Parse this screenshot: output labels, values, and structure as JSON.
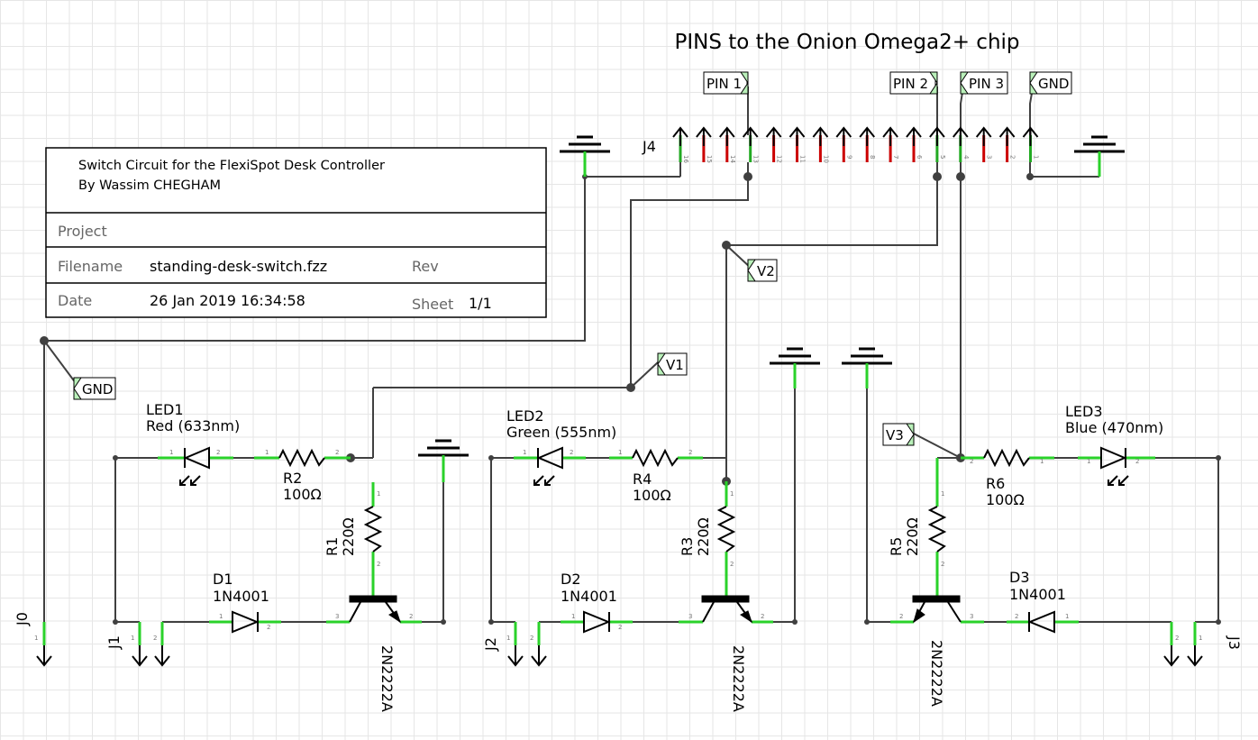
{
  "title": "PINS to the Onion Omega2+ chip",
  "title_block": {
    "line1": "Switch Circuit for the FlexiSpot Desk Controller",
    "line2": "By Wassim CHEGHAM",
    "project_label": "Project",
    "filename_label": "Filename",
    "filename": "standing-desk-switch.fzz",
    "rev_label": "Rev",
    "date_label": "Date",
    "date": "26 Jan 2019 16:34:58",
    "sheet_label": "Sheet",
    "sheet": "1/1"
  },
  "header": {
    "name": "J4",
    "pins": [
      "16",
      "15",
      "14",
      "13",
      "12",
      "11",
      "10",
      "9",
      "8",
      "7",
      "6",
      "5",
      "4",
      "3",
      "2",
      "1"
    ]
  },
  "net_labels": {
    "pin1": "PIN 1",
    "pin2": "PIN 2",
    "pin3": "PIN 3",
    "gnd_top": "GND",
    "gnd_left": "GND",
    "v1": "V1",
    "v2": "V2",
    "v3": "V3"
  },
  "connectors": {
    "j0": "J0",
    "j1": "J1",
    "j2": "J2",
    "j3": "J3"
  },
  "components": {
    "led1_name": "LED1",
    "led1_value": "Red (633nm)",
    "led2_name": "LED2",
    "led2_value": "Green (555nm)",
    "led3_name": "LED3",
    "led3_value": "Blue (470nm)",
    "r1_name": "R1",
    "r1_value": "220Ω",
    "r2_name": "R2",
    "r2_value": "100Ω",
    "r3_name": "R3",
    "r3_value": "220Ω",
    "r4_name": "R4",
    "r4_value": "100Ω",
    "r5_name": "R5",
    "r5_value": "220Ω",
    "r6_name": "R6",
    "r6_value": "100Ω",
    "d1_name": "D1",
    "d1_value": "1N4001",
    "d2_name": "D2",
    "d2_value": "1N4001",
    "d3_name": "D3",
    "d3_value": "1N4001",
    "q1_part": "2N2222A",
    "q2_part": "2N2222A",
    "q3_part": "2N2222A"
  },
  "pin_numbers": {
    "one": "1",
    "two": "2",
    "three": "3"
  },
  "colors": {
    "wire": "#404040",
    "terminal": "#2ad22a",
    "header_pin_unused": "#cc0000",
    "net_label_fill": "#b9f0b9",
    "grid": "#e6e6e6"
  }
}
